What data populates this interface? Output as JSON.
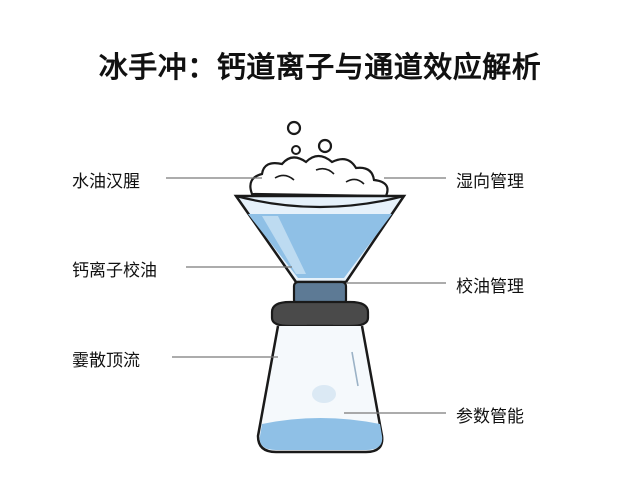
{
  "title": "冰手冲：钙道离子与通道效应解析",
  "labels": {
    "left": [
      "水油汉腥",
      "钙离子校油",
      "霎散顶流"
    ],
    "right": [
      "湿向管理",
      "校油管理",
      "参数管能"
    ]
  },
  "colors": {
    "water": "#8fc0e6",
    "water_light": "#c8e1f4",
    "outline": "#1a1a1a",
    "collar": "#4a4a4a"
  }
}
